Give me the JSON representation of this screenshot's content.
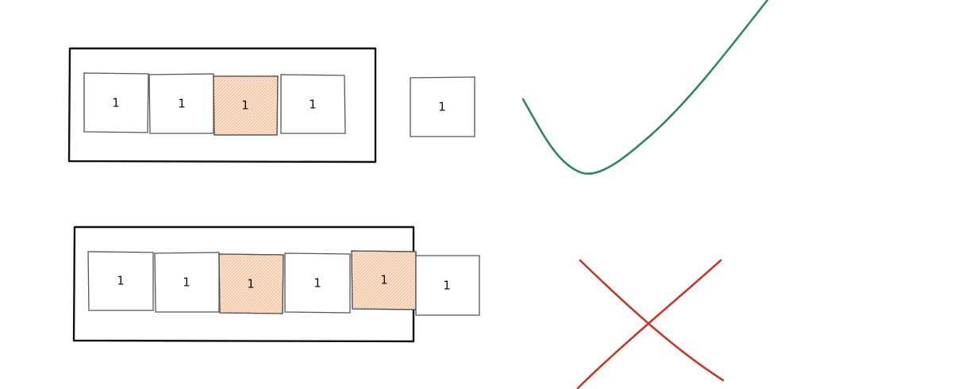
{
  "diagram": {
    "top_row": {
      "cells": [
        {
          "value": "1",
          "highlighted": false
        },
        {
          "value": "1",
          "highlighted": false
        },
        {
          "value": "1",
          "highlighted": true
        },
        {
          "value": "1",
          "highlighted": false
        }
      ],
      "outside_cell": {
        "value": "1",
        "highlighted": false
      },
      "result": "check"
    },
    "bottom_row": {
      "cells": [
        {
          "value": "1",
          "highlighted": false
        },
        {
          "value": "1",
          "highlighted": false
        },
        {
          "value": "1",
          "highlighted": true
        },
        {
          "value": "1",
          "highlighted": false
        },
        {
          "value": "1",
          "highlighted": true
        },
        {
          "value": "1",
          "highlighted": false
        }
      ],
      "result": "cross"
    },
    "colors": {
      "highlight_fill": "#fce3cf",
      "check": "#2f8565",
      "cross": "#c0392b"
    }
  }
}
